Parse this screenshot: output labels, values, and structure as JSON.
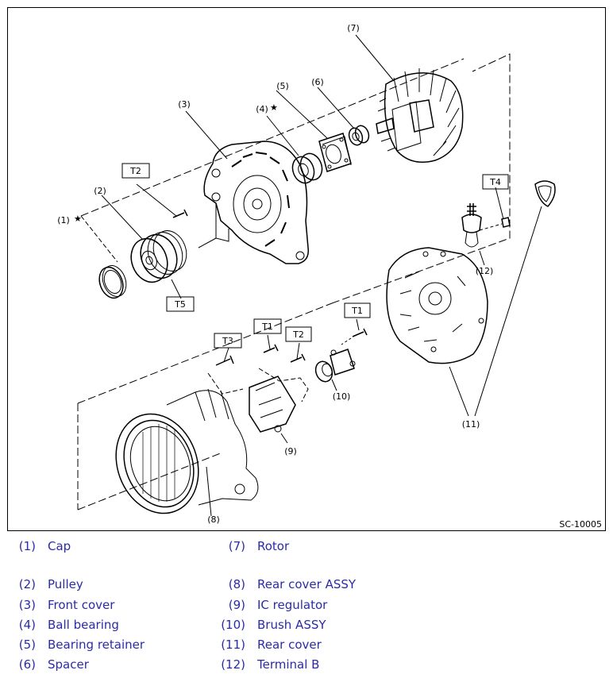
{
  "diagram": {
    "code": "SC-10005",
    "callouts": [
      "(1)",
      "(2)",
      "(3)",
      "(4)",
      "(5)",
      "(6)",
      "(7)",
      "(8)",
      "(9)",
      "(10)",
      "(11)",
      "(12)"
    ],
    "star": "★",
    "torque_tags": [
      "T1",
      "T2",
      "T3",
      "T4",
      "T5"
    ]
  },
  "legend": {
    "items": [
      {
        "num": "(1)",
        "name": "Cap"
      },
      {
        "num": "(2)",
        "name": "Pulley"
      },
      {
        "num": "(3)",
        "name": "Front cover"
      },
      {
        "num": "(4)",
        "name": "Ball bearing"
      },
      {
        "num": "(5)",
        "name": "Bearing retainer"
      },
      {
        "num": "(6)",
        "name": "Spacer"
      },
      {
        "num": "(7)",
        "name": "Rotor"
      },
      {
        "num": "(8)",
        "name": "Rear cover ASSY"
      },
      {
        "num": "(9)",
        "name": "IC regulator"
      },
      {
        "num": "(10)",
        "name": "Brush ASSY"
      },
      {
        "num": "(11)",
        "name": "Rear cover"
      },
      {
        "num": "(12)",
        "name": "Terminal B"
      }
    ]
  },
  "colors": {
    "legend_text": "#2b2ba8",
    "line": "#000000"
  }
}
